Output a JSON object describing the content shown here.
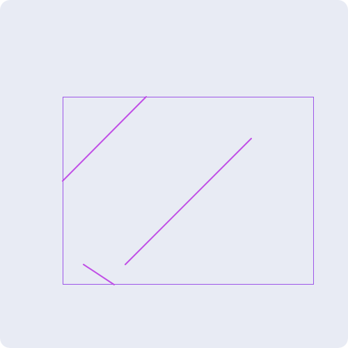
{
  "colors": {
    "background": "#e8ebf4",
    "frame_stroke": "#9c55e8",
    "segment_stroke": "#c04ee6"
  },
  "diagram": {
    "shapes": [
      {
        "kind": "frame",
        "name": "rectangle-frame"
      },
      {
        "kind": "segment",
        "name": "line-segment-top-left"
      },
      {
        "kind": "segment",
        "name": "line-segment-diagonal"
      },
      {
        "kind": "segment",
        "name": "line-segment-bottom-left"
      }
    ]
  }
}
